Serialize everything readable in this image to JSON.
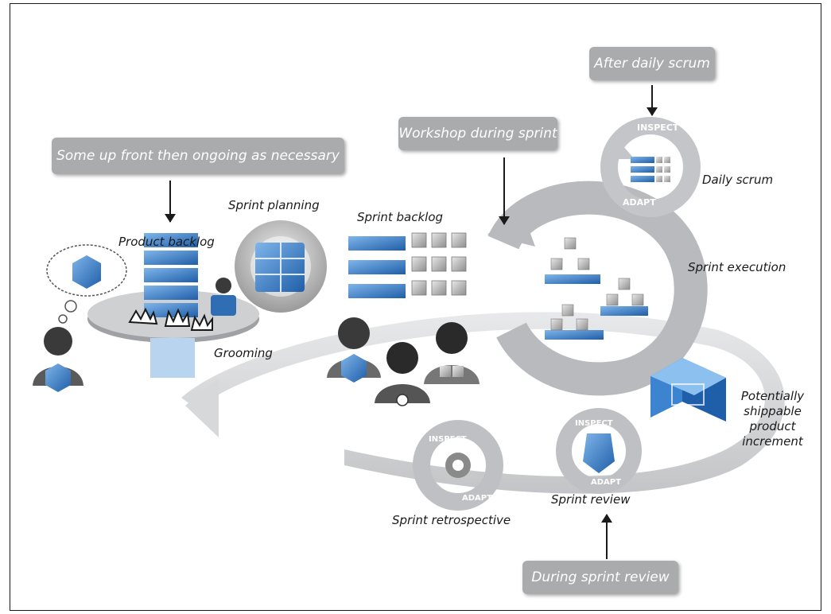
{
  "callouts": {
    "up_front": "Some up front then ongoing as necessary",
    "workshop": "Workshop during sprint",
    "after_daily": "After daily scrum",
    "during_review": "During sprint review"
  },
  "labels": {
    "product_backlog": "Product backlog",
    "sprint_planning": "Sprint planning",
    "sprint_backlog": "Sprint backlog",
    "grooming": "Grooming",
    "daily_scrum": "Daily scrum",
    "sprint_execution": "Sprint execution",
    "potentially_shippable": "Potentially\nshippable product\nincrement",
    "sprint_review": "Sprint review",
    "sprint_retrospective": "Sprint retrospective"
  },
  "cycle_words": {
    "inspect": "INSPECT",
    "adapt": "ADAPT"
  },
  "colors": {
    "callout_bg": "#a9abad",
    "ring_gray": "#c9cacc",
    "accent_blue": "#2f6db5",
    "dark_figure": "#3a3a3a"
  }
}
